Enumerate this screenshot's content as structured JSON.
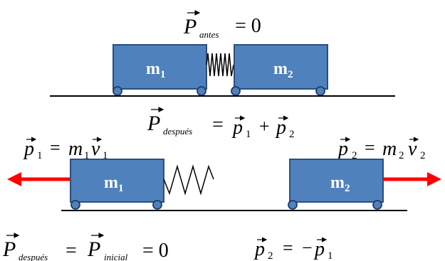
{
  "colors": {
    "cart_fill": "#4F81BD",
    "cart_stroke": "#2B4F7E",
    "arrow": "#FF0000",
    "ink": "#000000"
  },
  "top": {
    "equation": {
      "symbol": "P",
      "sub": "antes",
      "rhs": "= 0"
    },
    "cart1": {
      "base": "m",
      "sub": "1"
    },
    "cart2": {
      "base": "m",
      "sub": "2"
    }
  },
  "middle": {
    "equation": {
      "symbol": "P",
      "sub": "después",
      "eq": "=",
      "t1": "p",
      "t1sub": "1",
      "plus": "+",
      "t2": "p",
      "t2sub": "2"
    }
  },
  "bottom": {
    "left_momentum": {
      "p": "p",
      "psub": "1",
      "eq": "=",
      "m": "m",
      "msub": "1",
      "v": "v",
      "vsub": "1"
    },
    "right_momentum": {
      "p": "p",
      "psub": "2",
      "eq": "=",
      "m": "m",
      "msub": "2",
      "v": "v",
      "vsub": "2"
    },
    "cart1": {
      "base": "m",
      "sub": "1"
    },
    "cart2": {
      "base": "m",
      "sub": "2"
    }
  },
  "footer": {
    "conservation": {
      "symbol": "P",
      "sub1": "después",
      "eq1": "=",
      "symbol2": "P",
      "sub2": "inicial",
      "rhs": "= 0"
    },
    "relation": {
      "t1": "p",
      "t1sub": "2",
      "eq": "=",
      "neg": "−",
      "t2": "p",
      "t2sub": "1"
    }
  }
}
